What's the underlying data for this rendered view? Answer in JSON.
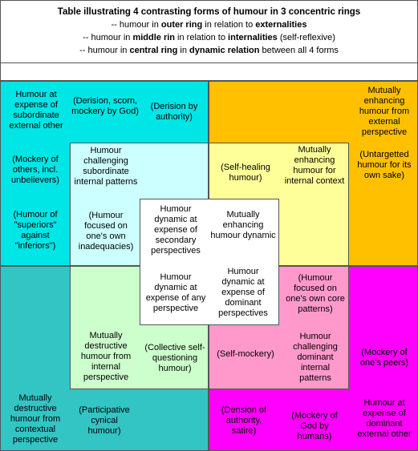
{
  "header": {
    "title": "Table illustrating 4 contrasting forms of humour in 3 concentric rings",
    "line1": {
      "pre": "-- humour in ",
      "b1": "outer ring",
      "mid": " in relation to ",
      "b2": "externalities",
      "post": ""
    },
    "line2": {
      "pre": "-- humour in ",
      "b1": "middle rin",
      "mid": " in relation to ",
      "b2": "internalities",
      "post": " (self-reflexive)"
    },
    "line3": {
      "pre": "-- humour in ",
      "b1": "central ring",
      "mid": " in ",
      "b2": "dynamic relation",
      "post": " between all 4 forms"
    }
  },
  "colors": {
    "outer_tl": "#00e5e5",
    "outer_tr": "#ffc000",
    "outer_bl": "#33c4c4",
    "outer_br": "#ff00ff",
    "middle_tl": "#ccffff",
    "middle_tr": "#ffff99",
    "middle_bl": "#ccffcc",
    "middle_br": "#ff99cc",
    "center": "#ffffff"
  },
  "outer": {
    "tl": {
      "heading": "Humour at expense of subordinate external other",
      "ex1": "(Derision, scorn, mockery by God)",
      "ex2": "(Derision by authority)",
      "ex3": "(Mockery of others, incl. unbelievers)",
      "ex4": "(Humour of \"superiors\" against \"inferiors\")"
    },
    "tr": {
      "heading": "Mutually enhancing humour from external perspective",
      "ex1": "(Untargetted humour for its own sake)"
    },
    "bl": {
      "heading": "Mutually destructive humour from contextual perspective",
      "ex1": "(Participative cynical humour)"
    },
    "br": {
      "heading": "Humour at expense of dominant external other",
      "ex1": "(Mockery of one's peers)",
      "ex2": "(Dension of authority, satire)",
      "ex3": "(Mockery of God by humans)"
    }
  },
  "middle": {
    "tl": {
      "heading": "Humour challenging subordinate internal patterns",
      "ex1": "(Humour focused on one's own inadequacies)"
    },
    "tr": {
      "heading": "Mutually enhancing humour for internal context",
      "ex1": "(Self-healing humour)"
    },
    "bl": {
      "heading": "Mutually destructive humour from internal perspective",
      "ex1": "(Collective self-questioning humour)"
    },
    "br": {
      "heading": "Humour challenging dominant internal patterns",
      "ex1": "(Humour focused on one's own core patterns)",
      "ex2": "(Self-mockery)"
    }
  },
  "center": {
    "tl": "Humour dynamic at expense of secondary perspectives",
    "tr": "Mutually enhancing humour dynamic",
    "bl": "Humour dynamic at expense of any perspective",
    "br": "Humour dynamic at expense of dominant perspectives"
  }
}
